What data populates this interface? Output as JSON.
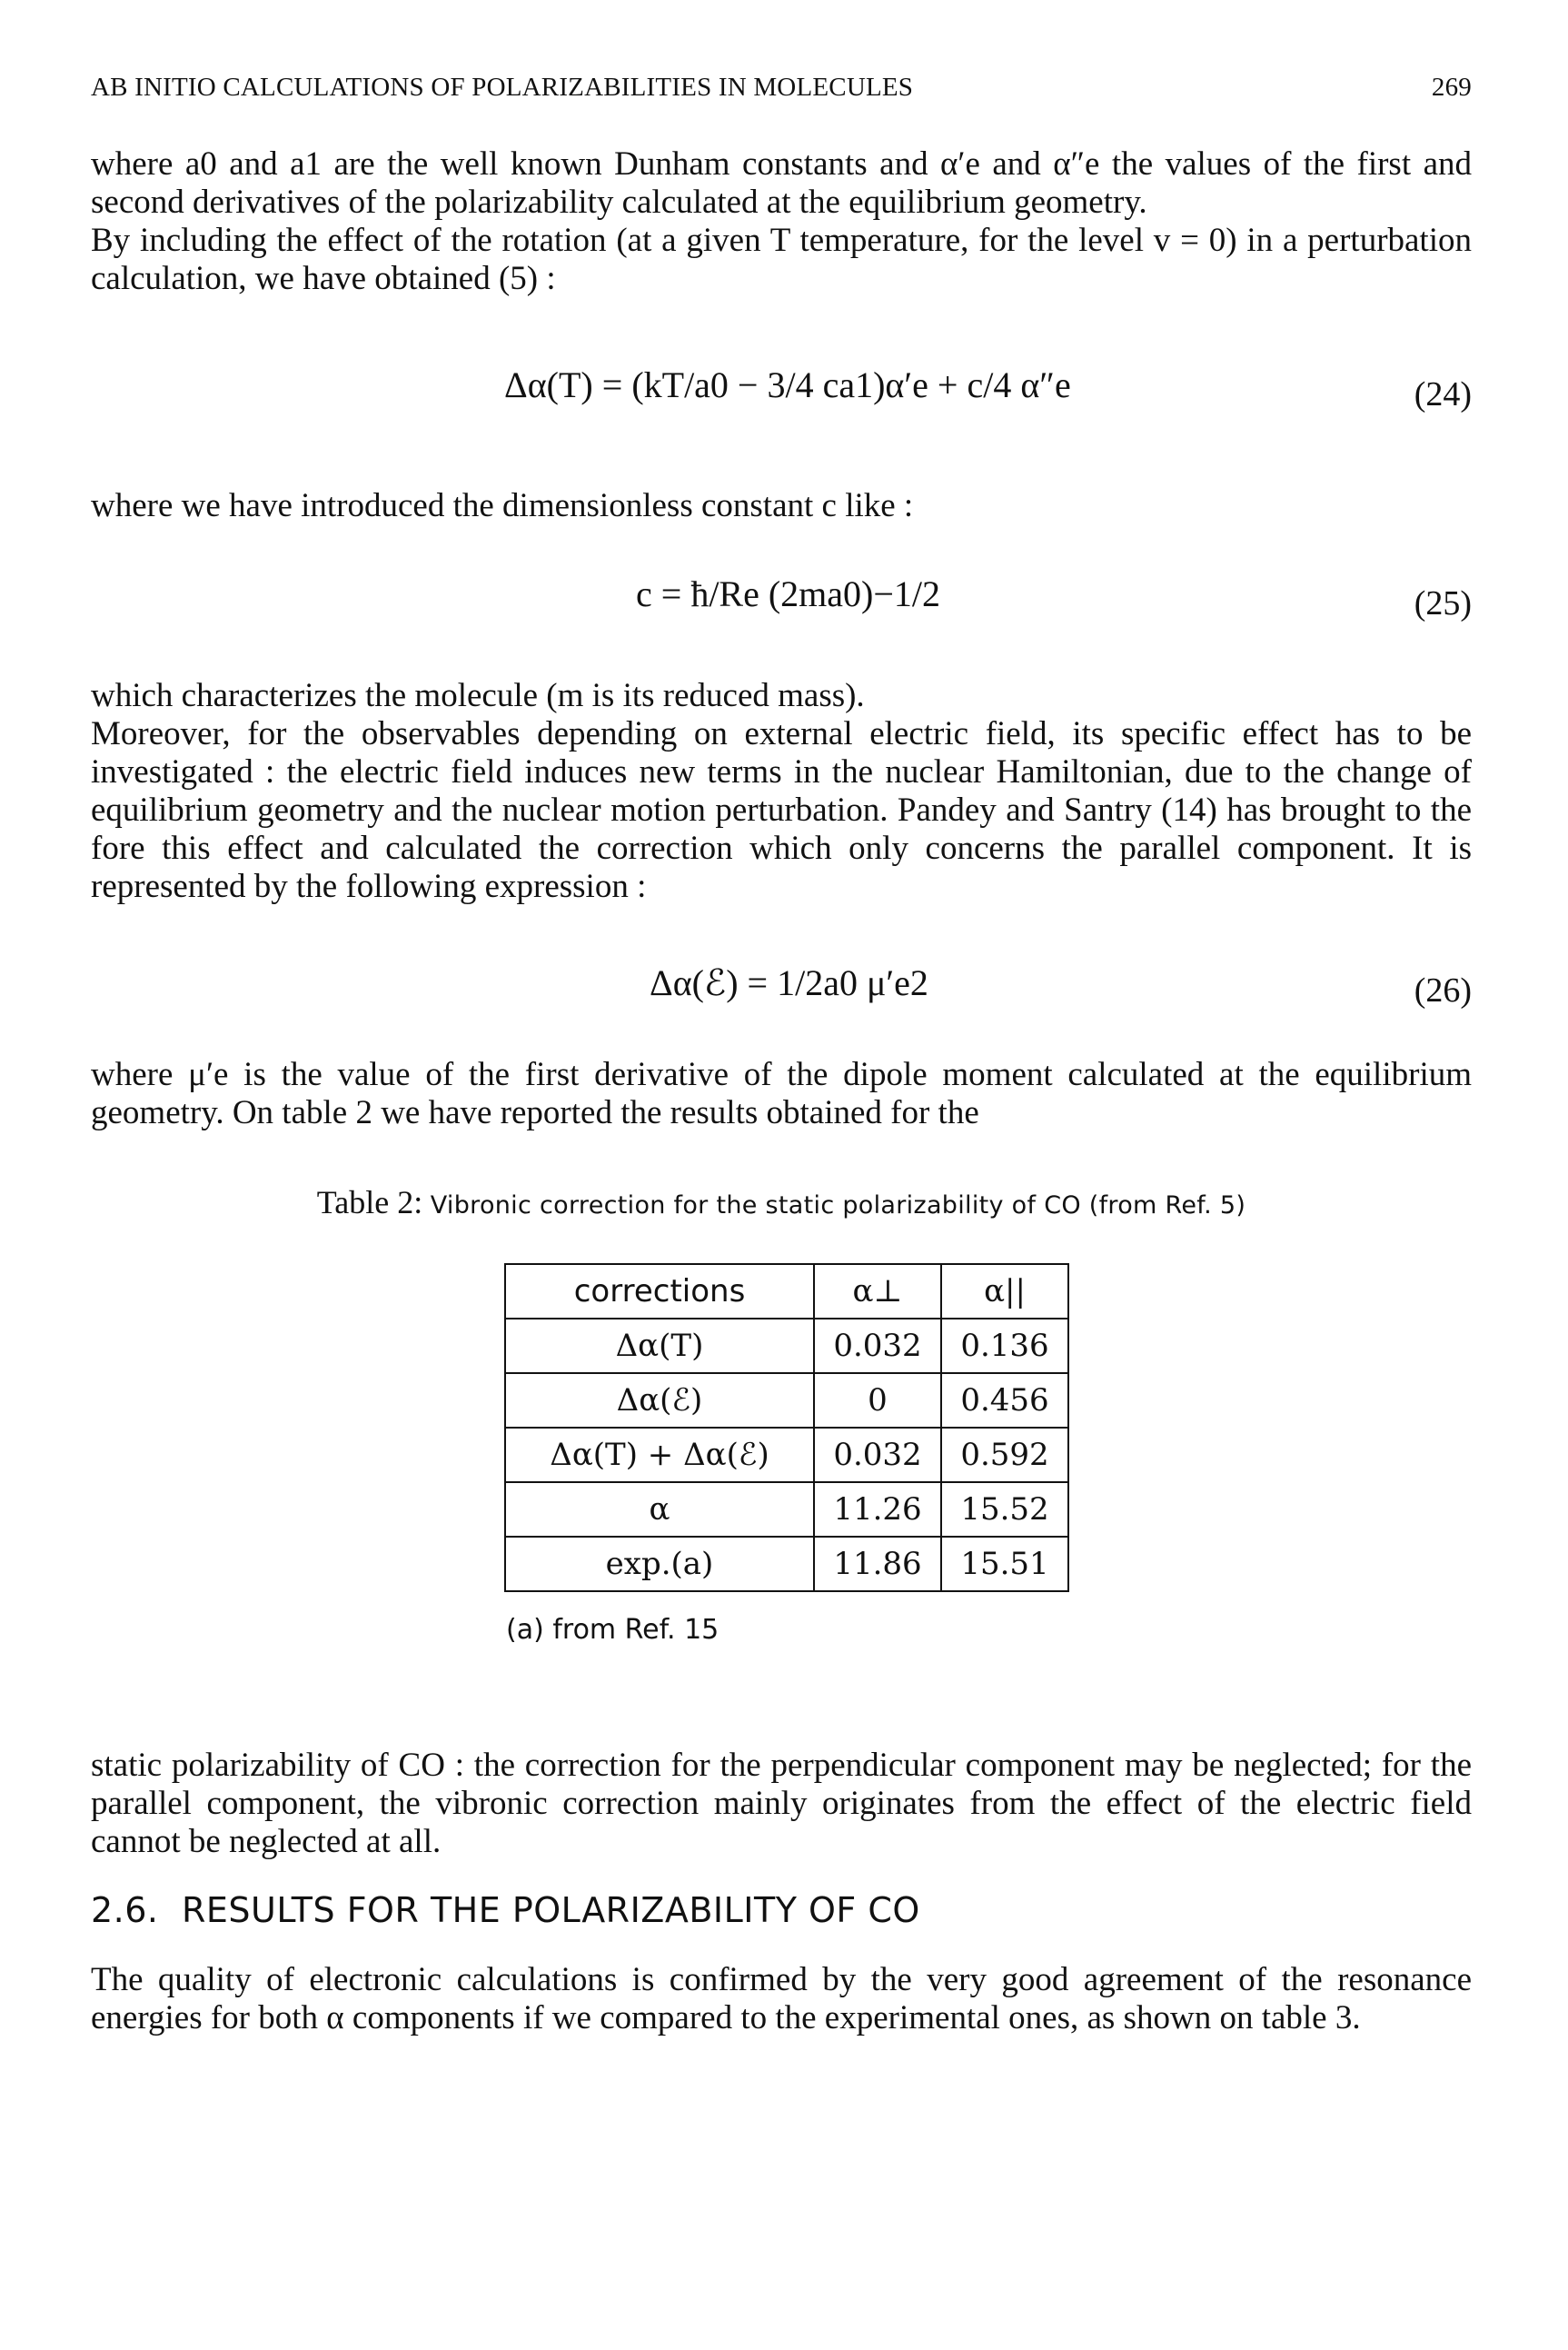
{
  "header": {
    "title": "AB INITIO CALCULATIONS OF POLARIZABILITIES IN MOLECULES",
    "page_number": "269"
  },
  "para1": {
    "p1": "where a0 and a1 are the well known Dunham constants and α′e and α″e the values of the first and second derivatives of the polarizability calculated at the equilibrium geometry.",
    "p2": "By including the effect of the rotation (at a given T temperature, for the level v = 0) in a perturbation calculation, we have obtained (5) :"
  },
  "eq24": {
    "text": "Δα(T) = (kT/a0 − 3/4 ca1)α′e + c/4 α″e",
    "number": "(24)"
  },
  "para2": {
    "text": "where we have introduced the dimensionless constant c like :"
  },
  "eq25": {
    "text": "c = ħ/Re (2ma0)−1/2",
    "number": "(25)"
  },
  "para3": {
    "p1": "which characterizes the molecule (m is its reduced mass).",
    "p2": "Moreover, for the observables depending on external electric field, its specific effect has to be investigated : the electric field induces new terms in the nuclear Hamiltonian, due to the change of equilibrium geometry and the nuclear motion perturbation. Pandey and Santry (14) has brought to the fore this effect and calculated the correction which only concerns the parallel component. It is represented by the following expression :"
  },
  "eq26": {
    "text": "Δα(ℰ) = 1/2a0 μ′e2",
    "number": "(26)"
  },
  "para4": {
    "text": "where μ′e is the value of the first derivative of the dipole moment calculated at the equilibrium geometry. On table 2 we have reported the results obtained for the"
  },
  "table2": {
    "caption_lead": "Table 2:",
    "caption_rest": "Vibronic correction for the static polarizability of CO (from Ref. 5)",
    "headers": [
      "corrections",
      "α⊥",
      "α||"
    ],
    "rows": [
      [
        "Δα(T)",
        "0.032",
        "0.136"
      ],
      [
        "Δα(ℰ)",
        "0",
        "0.456"
      ],
      [
        "Δα(T) + Δα(ℰ)",
        "0.032",
        "0.592"
      ],
      [
        "α",
        "11.26",
        "15.52"
      ],
      [
        "exp.(a)",
        "11.86",
        "15.51"
      ]
    ],
    "footnote": "(a) from Ref. 15"
  },
  "para5": {
    "text": "static polarizability of CO : the correction for the perpendicular component may be neglected; for the parallel component, the vibronic correction mainly originates from the effect of the electric field cannot be neglected at all."
  },
  "section": {
    "number": "2.6.",
    "title": "RESULTS FOR THE POLARIZABILITY OF CO"
  },
  "para6": {
    "text": "The quality of electronic calculations is confirmed by the very good agreement of the resonance energies for both α components if we compared to the experimental ones, as shown on table 3."
  }
}
